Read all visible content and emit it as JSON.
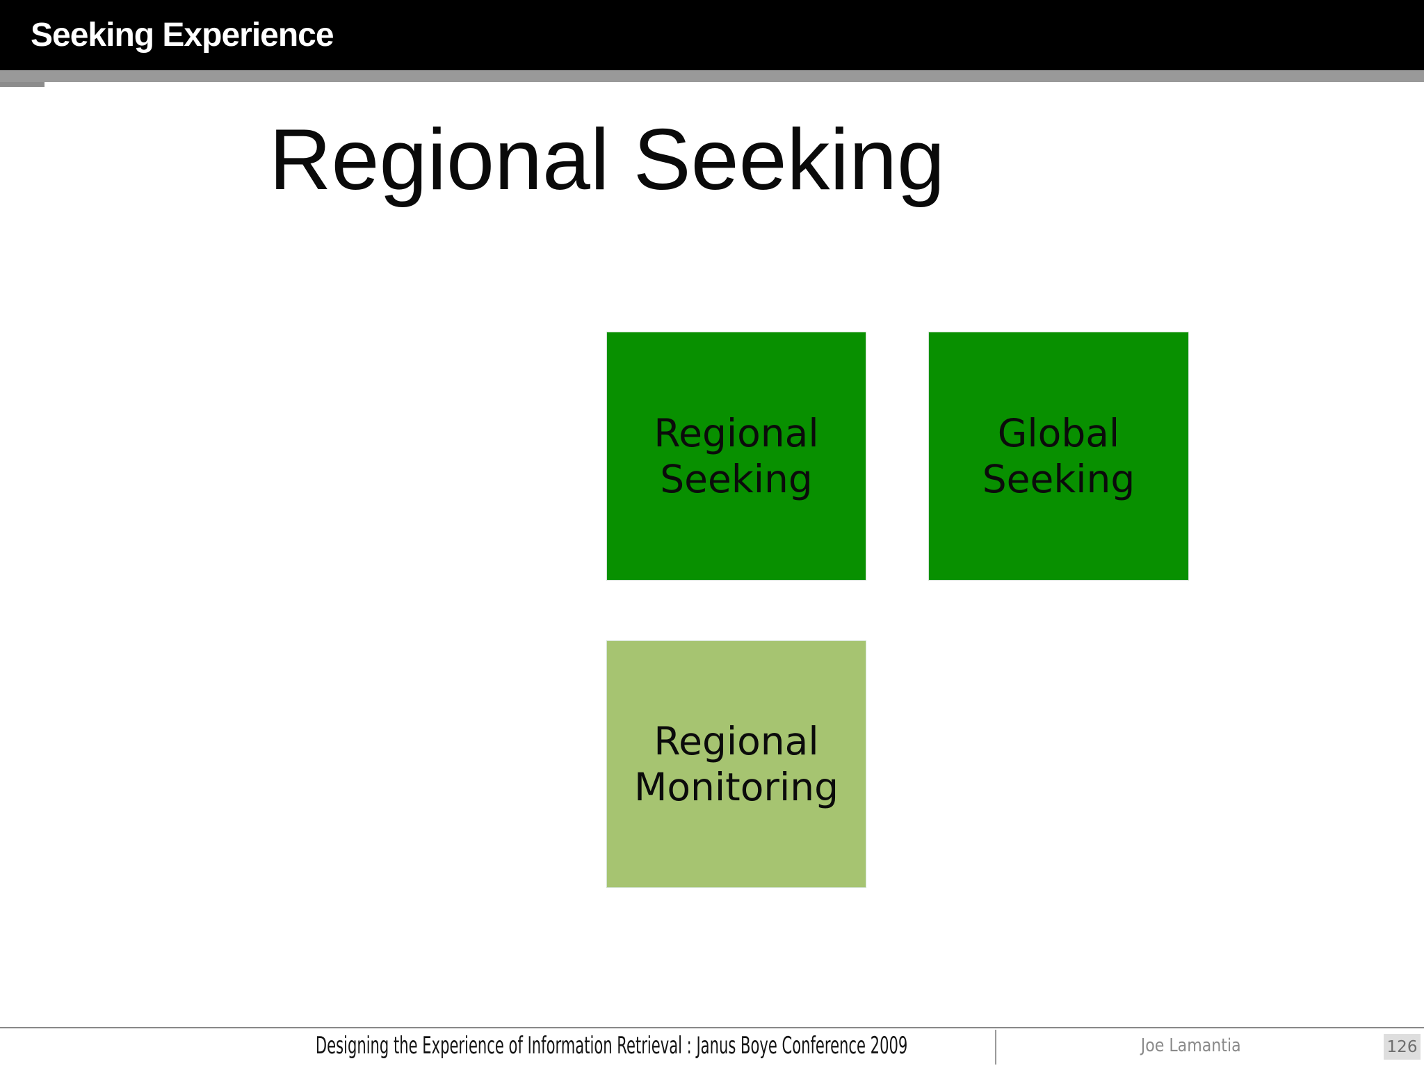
{
  "header": {
    "title": "Seeking Experience"
  },
  "slide": {
    "title": "Regional Seeking",
    "boxes": [
      {
        "id": "regional-seeking",
        "line1": "Regional",
        "line2": "Seeking",
        "color": "#089000"
      },
      {
        "id": "global-seeking",
        "line1": "Global",
        "line2": "Seeking",
        "color": "#089000"
      },
      {
        "id": "regional-monitoring",
        "line1": "Regional",
        "line2": "Monitoring",
        "color": "#A6C471"
      }
    ]
  },
  "footer": {
    "left_text": "Designing the Experience of Information Retrieval : Janus Boye Conference 2009",
    "author": "Joe Lamantia",
    "page_number": "126"
  },
  "colors": {
    "header_bg": "#000000",
    "header_strip": "#999999",
    "box_green_dark": "#089000",
    "box_green_light": "#A6C471",
    "footer_rule": "#888888",
    "author_gray": "#8A8A8A",
    "badge_bg": "#DEDEDE"
  }
}
